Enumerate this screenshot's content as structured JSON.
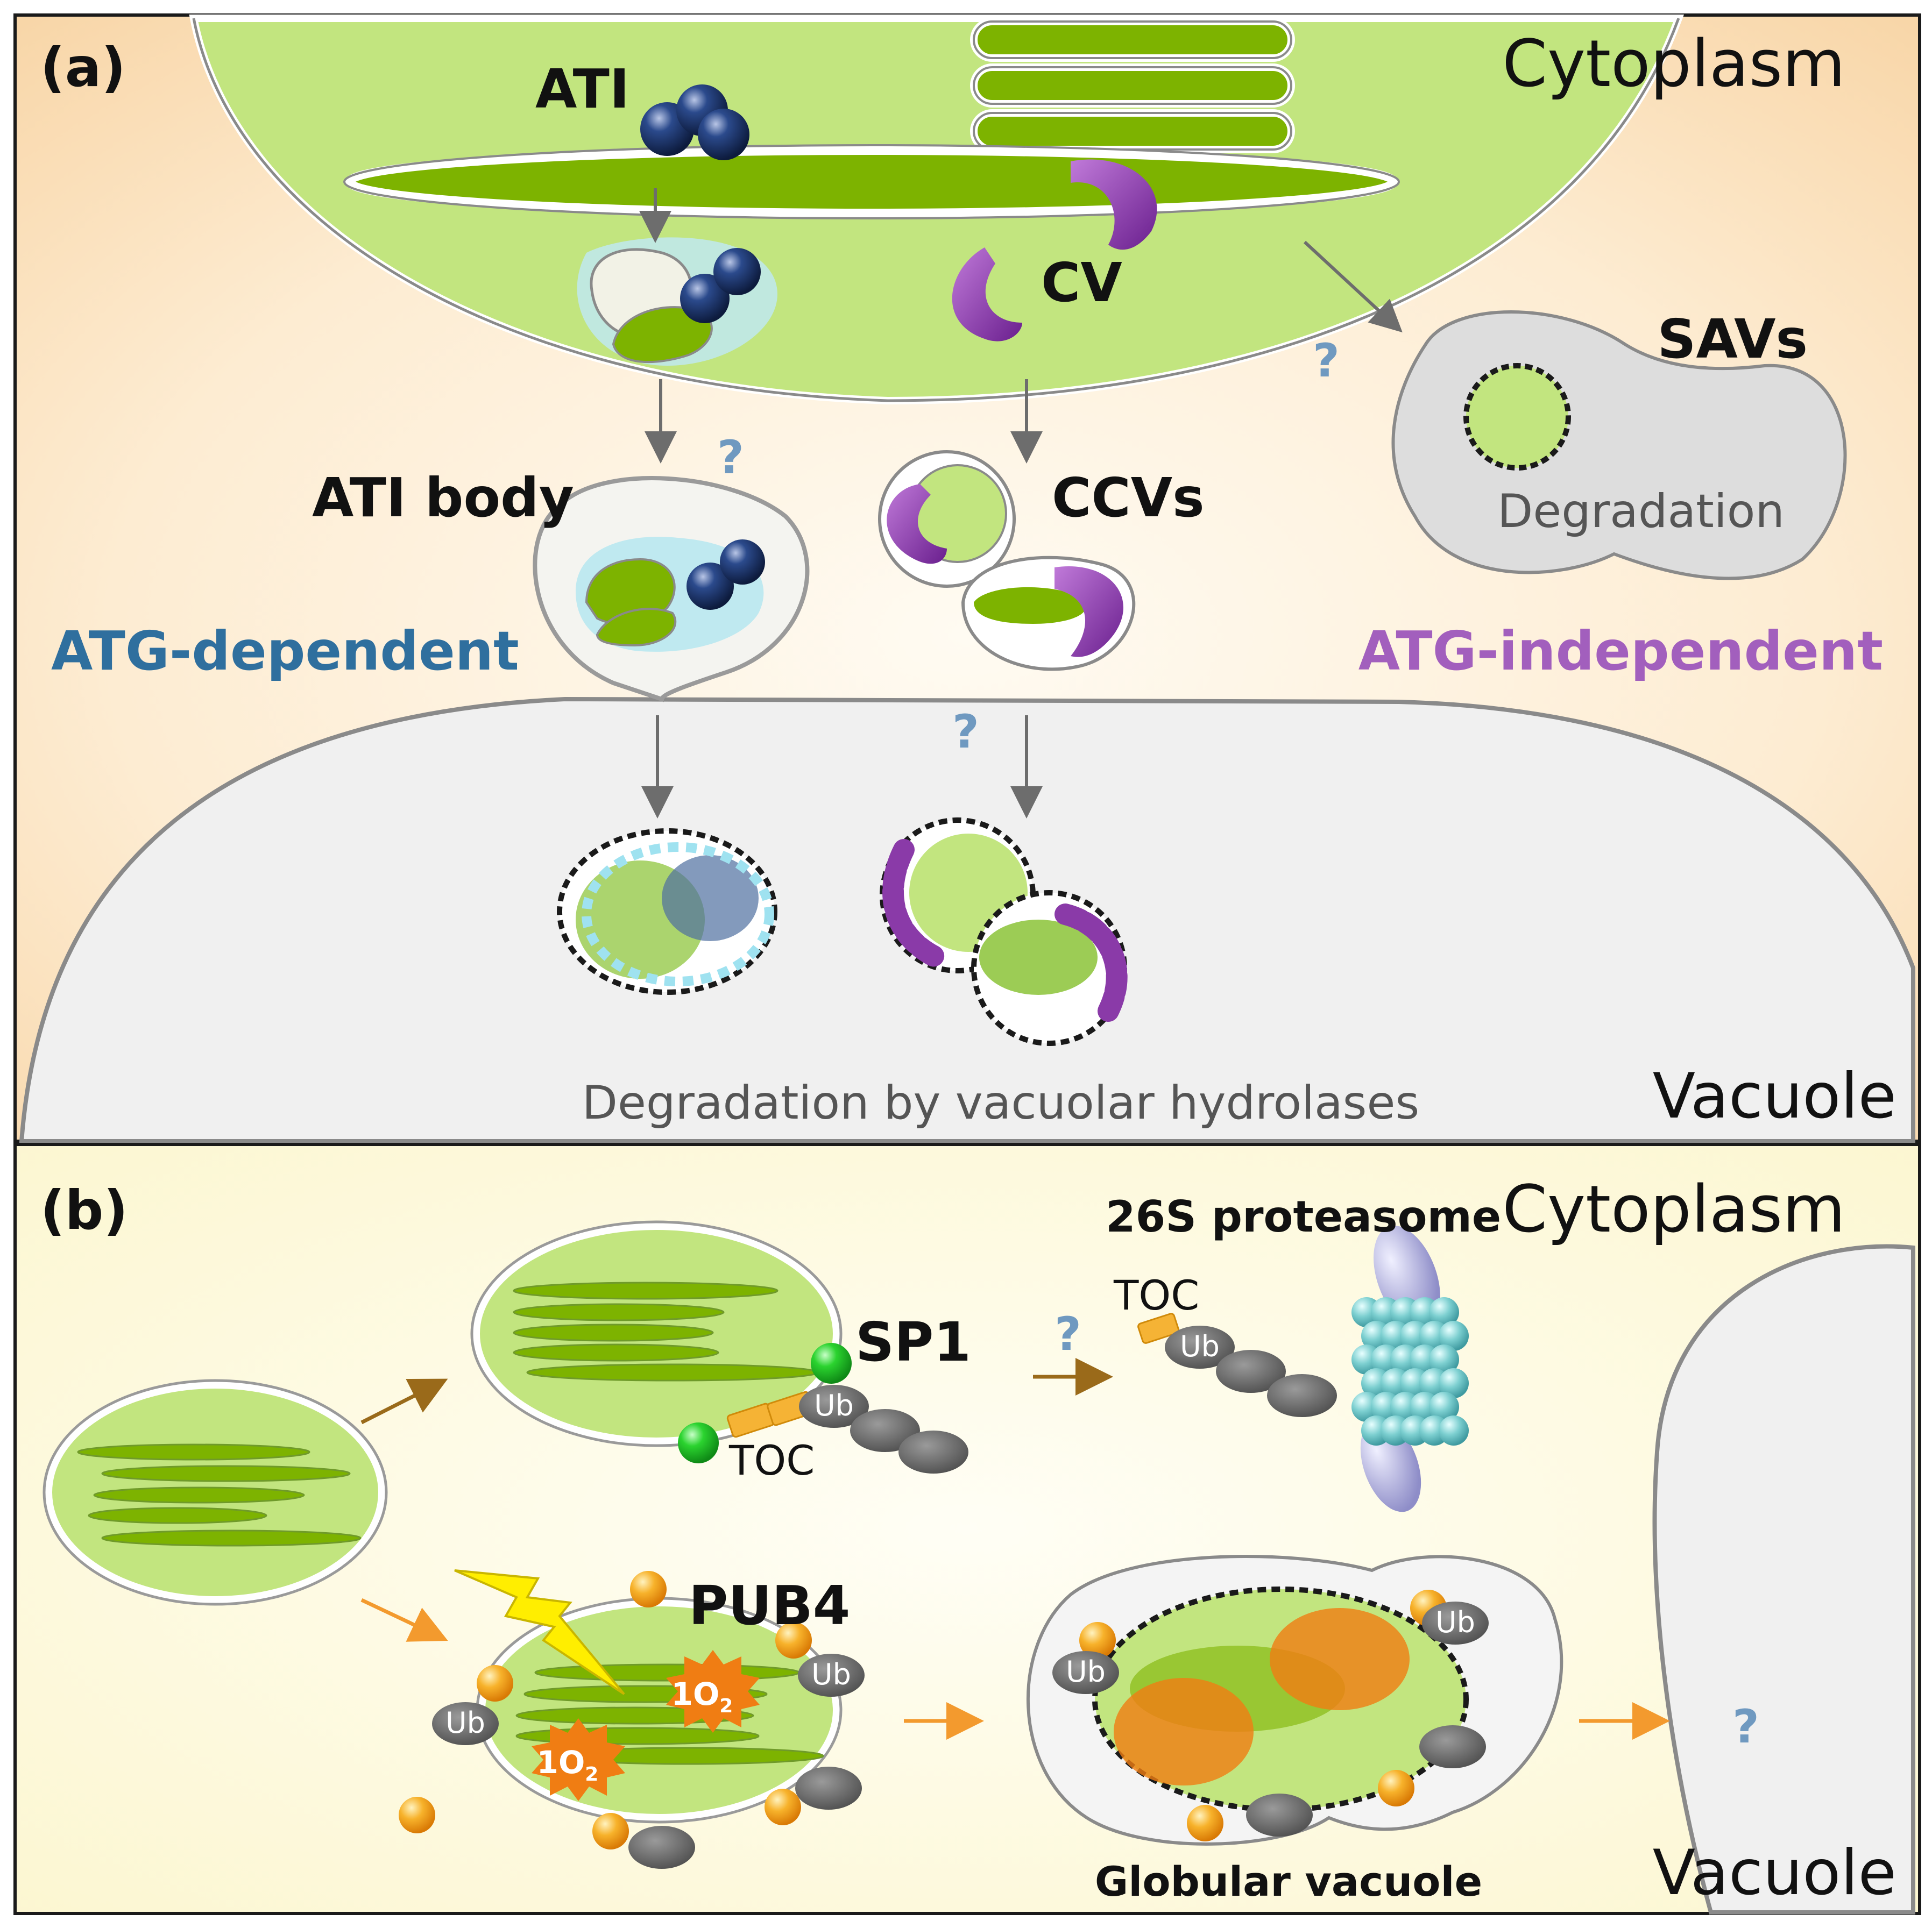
{
  "panel_a": {
    "panel_label": "(a)",
    "cytoplasm_label": "Cytoplasm",
    "vacuole_label": "Vacuole",
    "ati_label": "ATI",
    "cv_label": "CV",
    "sav_label": "SAVs",
    "sav_degradation_label": "Degradation",
    "ati_body_label": "ATI body",
    "ccv_label": "CCVs",
    "atg_dependent_label": "ATG-dependent",
    "atg_independent_label": "ATG-independent",
    "vacuole_degradation_label": "Degradation by vacuolar hydrolases",
    "question_marks": [
      "?",
      "?",
      "?"
    ],
    "colors": {
      "background_top": "#fdf3e1",
      "background_edge": "#f8d9ae",
      "chloroplast_green": "#c2e57f",
      "thylakoid_green": "#7db300",
      "vacuole_gray": "#f0f0f0",
      "ati_protein": "#1a2f61",
      "cv_purple": "#8a3aa8",
      "atg_dependent_color": "#2f6f9e",
      "atg_independent_color": "#a25fbd",
      "question_color": "#6f99c0"
    }
  },
  "panel_b": {
    "panel_label": "(b)",
    "cytoplasm_label": "Cytoplasm",
    "vacuole_label": "Vacuole",
    "proteasome_label": "26S proteasome",
    "sp1_label": "SP1",
    "toc_label": "TOC",
    "toc_label_2": "TOC",
    "ub_label": "Ub",
    "pub4_label": "PUB4",
    "singlet_oxygen_main": "1O",
    "singlet_oxygen_sub": "2",
    "globular_vacuole_label": "Globular vacuole",
    "question_marks": [
      "?",
      "?"
    ],
    "colors": {
      "background": "#fdfbe3",
      "chloroplast_green": "#c2e57f",
      "thylakoid_green": "#7db300",
      "ubiquitin_gray": "#777777",
      "sp1_green": "#22c02a",
      "toc_orange": "#f5b335",
      "pub4_orange": "#f5a21f",
      "ros_orange": "#f07d13",
      "lightning_yellow": "#ffee00",
      "proteasome_cyan": "#7ecfd0",
      "proteasome_lavender": "#b3b2dc",
      "arrow_brown": "#9a6a1a",
      "arrow_orange": "#f39a2e"
    }
  }
}
